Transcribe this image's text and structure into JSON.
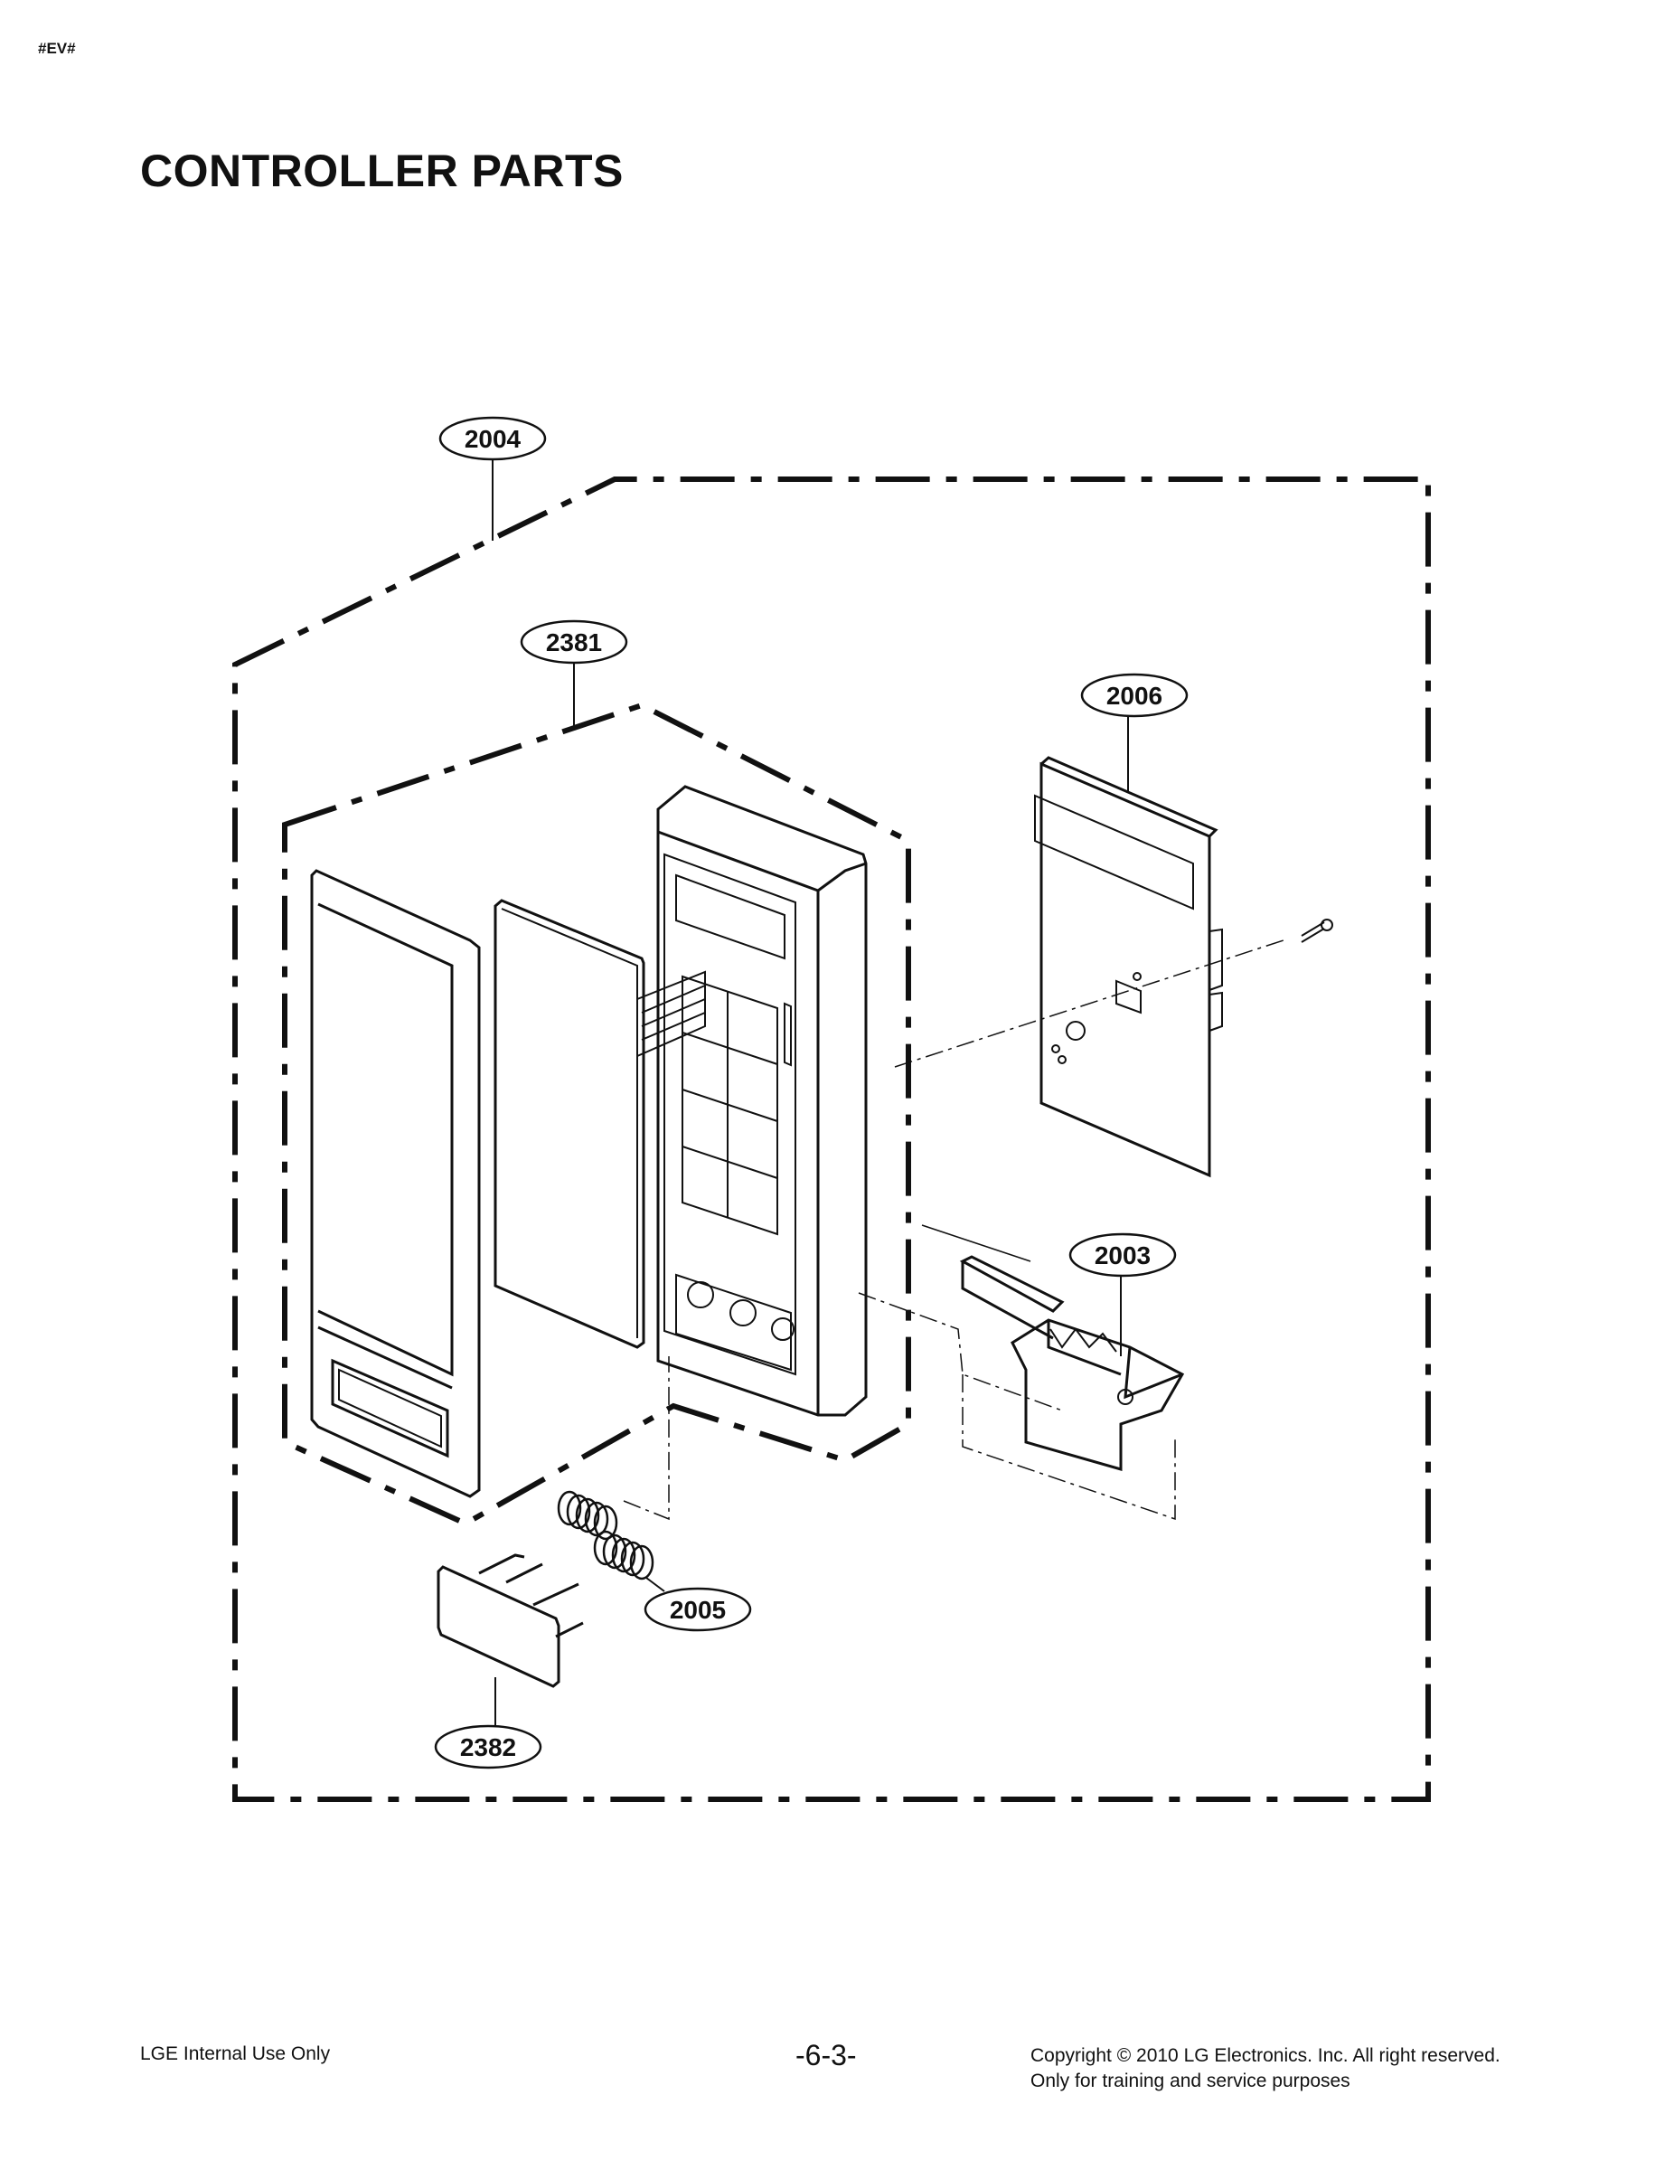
{
  "header": {
    "tag": "#EV#",
    "title": "CONTROLLER PARTS"
  },
  "callouts": [
    {
      "id": "c2004",
      "label": "2004"
    },
    {
      "id": "c2381",
      "label": "2381"
    },
    {
      "id": "c2006",
      "label": "2006"
    },
    {
      "id": "c2003",
      "label": "2003"
    },
    {
      "id": "c2005",
      "label": "2005"
    },
    {
      "id": "c2382",
      "label": "2382"
    }
  ],
  "footer": {
    "left": "LGE Internal Use Only",
    "page": "-6-3-",
    "copyright": "Copyright © 2010 LG Electronics. Inc. All right reserved.",
    "note": "Only for training and service purposes"
  }
}
